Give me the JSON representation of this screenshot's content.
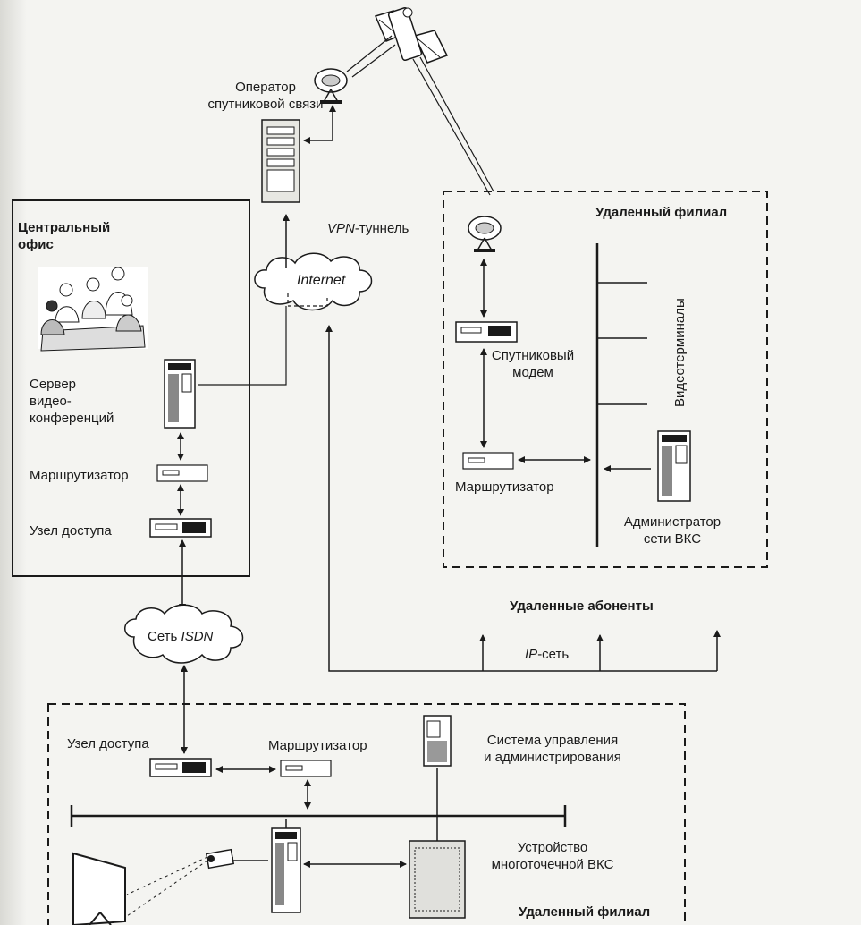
{
  "labels": {
    "operator": "Оператор\nспутниковой связи",
    "central_office": "Центральный\nофис",
    "vpn": "-туннель",
    "vpn_prefix": "VPN",
    "internet": "Internet",
    "server": "Сервер\nвидео-\nконференций",
    "router_central": "Маршрутизатор",
    "access_node_central": "Узел доступа",
    "remote_branch_top": "Удаленный филиал",
    "sat_modem": "Спутниковый\nмодем",
    "router_remote": "Маршрутизатор",
    "videoterminals": "Видеотерминалы",
    "admin": "Администратор\nсети ВКС",
    "remote_subscribers": "Удаленные абоненты",
    "isdn_prefix": "Сеть ",
    "isdn": "ISDN",
    "ip_prefix": "IP",
    "ip_suffix": "-сеть",
    "access_node_bottom": "Узел доступа",
    "router_bottom": "Маршрутизатор",
    "mgmt": "Система управления\nи администрирования",
    "mcu": "Устройство\nмноготочечной ВКС",
    "remote_branch_bottom": "Удаленный филиал"
  }
}
